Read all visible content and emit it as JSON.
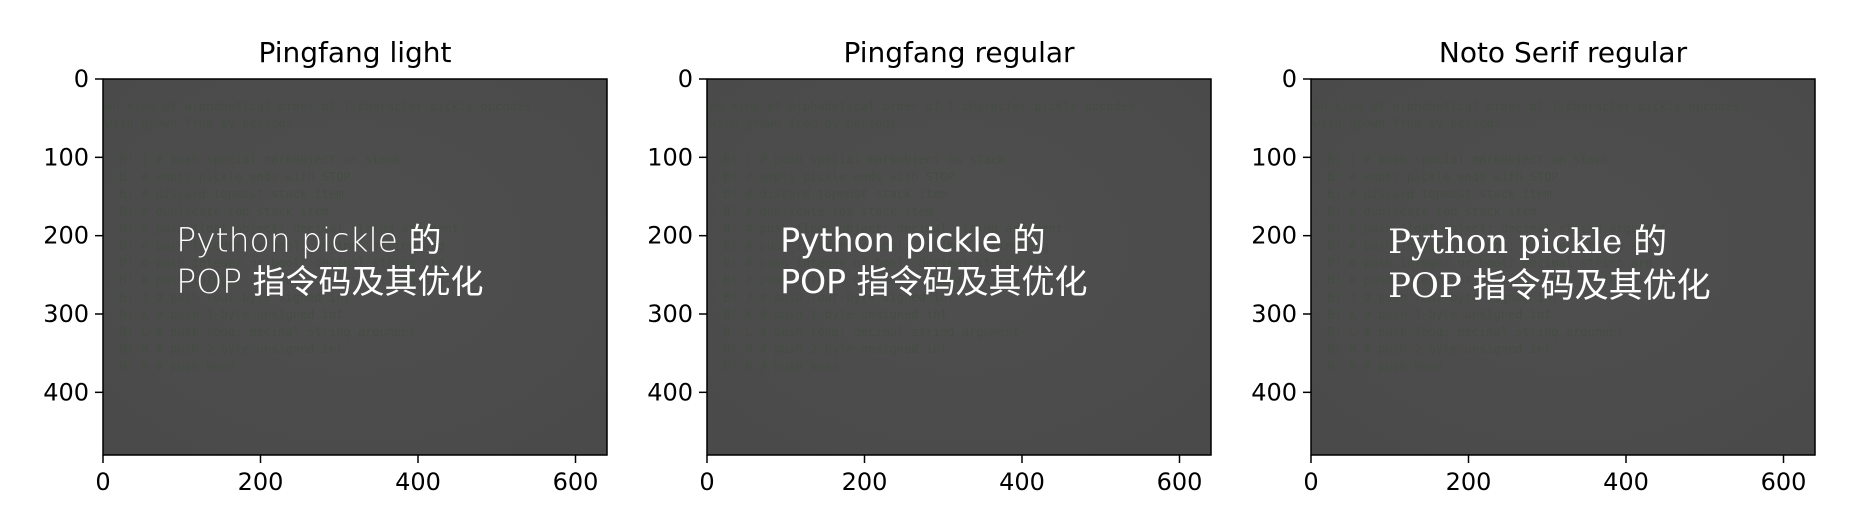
{
  "chart_data": [
    {
      "type": "image",
      "title": "Pingfang light",
      "overlay_lines": [
        "Python pickle 的",
        "POP 指令码及其优化"
      ],
      "overlay_weight": "light",
      "xlim": [
        0,
        640
      ],
      "ylim": [
        480,
        0
      ],
      "xticks": [
        0,
        200,
        400,
        600
      ],
      "yticks": [
        0,
        100,
        200,
        300,
        400
      ]
    },
    {
      "type": "image",
      "title": "Pingfang regular",
      "overlay_lines": [
        "Python pickle 的",
        "POP 指令码及其优化"
      ],
      "overlay_weight": "regular",
      "xlim": [
        0,
        640
      ],
      "ylim": [
        480,
        0
      ],
      "xticks": [
        0,
        200,
        400,
        600
      ],
      "yticks": [
        0,
        100,
        200,
        300,
        400
      ]
    },
    {
      "type": "image",
      "title": "Noto Serif regular",
      "overlay_lines": [
        "Python pickle 的",
        "POP 指令码及其优化"
      ],
      "overlay_weight": "serif",
      "xlim": [
        0,
        640
      ],
      "ylim": [
        480,
        0
      ],
      "xticks": [
        0,
        200,
        400,
        600
      ],
      "yticks": [
        0,
        100,
        200,
        300,
        400
      ]
    }
  ],
  "colors": {
    "image_background": "#4a4a4a",
    "overlay_text": "#ffffff",
    "background_code_text": "#3f4d3c"
  }
}
